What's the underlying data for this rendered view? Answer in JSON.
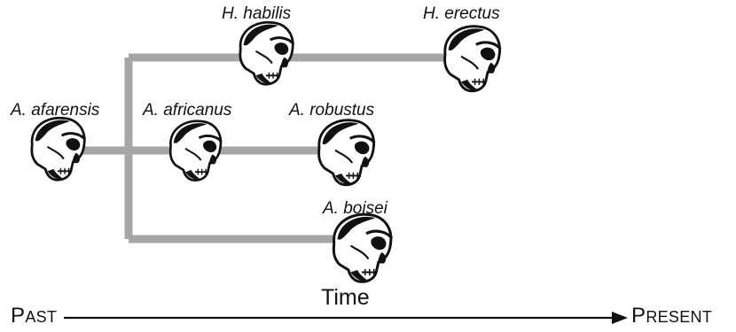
{
  "diagram": {
    "time_label": "Time",
    "past": {
      "initial": "P",
      "rest": "AST"
    },
    "present": {
      "initial": "P",
      "rest": "RESENT"
    },
    "species": [
      {
        "id": "a-afarensis",
        "label": "A. afarensis"
      },
      {
        "id": "a-africanus",
        "label": "A. africanus"
      },
      {
        "id": "a-robustus",
        "label": "A. robustus"
      },
      {
        "id": "a-boisei",
        "label": "A. boisei"
      },
      {
        "id": "h-habilis",
        "label": "H. habilis"
      },
      {
        "id": "h-erectus",
        "label": "H. erectus"
      }
    ],
    "colors": {
      "branch": "#a6a6a6",
      "skull_fill": "#ffffff",
      "skull_ink": "#111111",
      "text": "#111111"
    }
  }
}
